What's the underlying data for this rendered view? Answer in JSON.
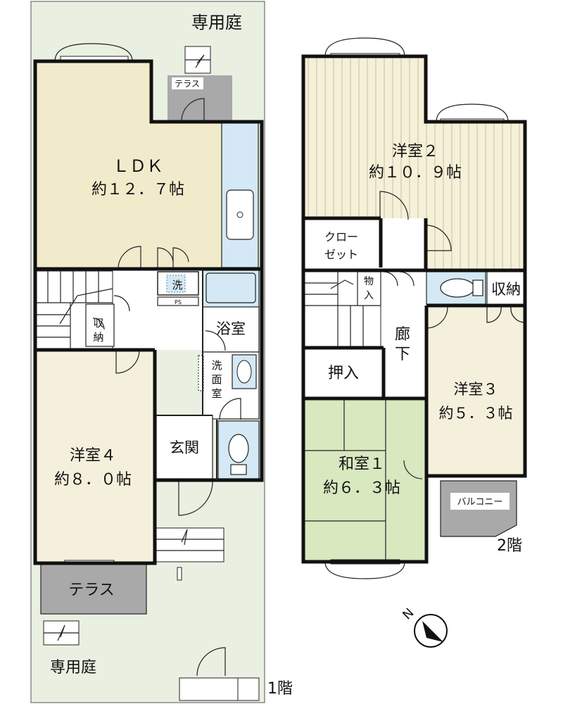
{
  "colors": {
    "garden": "#e9f0e2",
    "ldk": "#f1ebcc",
    "floor_beige": "#f4f0dc",
    "western2": "#f5f0d8",
    "western2_lines": "#c9c0a0",
    "tatami": "#d8e8bf",
    "water": "#d4e9f5",
    "terrace": "#a9a9a9",
    "wall": "#111111"
  },
  "labels": {
    "garden_top": "専用庭",
    "terrace_small": "テラス",
    "ldk_name": "ＬＤＫ",
    "ldk_size": "約１２．７帖",
    "wash": "洗",
    "ps": "PS",
    "storage_v1": "収",
    "storage_v2": "納",
    "bath": "浴室",
    "washroom_1": "洗",
    "washroom_2": "面",
    "washroom_3": "室",
    "entrance": "玄関",
    "western4_name": "洋室４",
    "western4_size": "約８．０帖",
    "terrace_big": "テラス",
    "garden_bottom": "専用庭",
    "floor1": "1階",
    "western2_name": "洋室２",
    "western2_size": "約１０．９帖",
    "closet_1": "クロー",
    "closet_2": "ゼット",
    "storage_small_1": "物",
    "storage_small_2": "入",
    "storage2": "収納",
    "hall_1": "廊",
    "hall_2": "下",
    "oshiire": "押入",
    "western3_name": "洋室３",
    "western3_size": "約５．３帖",
    "japanese1_name": "和室１",
    "japanese1_size": "約６．３帖",
    "balcony": "バルコニー",
    "floor2": "2階",
    "north": "N"
  }
}
